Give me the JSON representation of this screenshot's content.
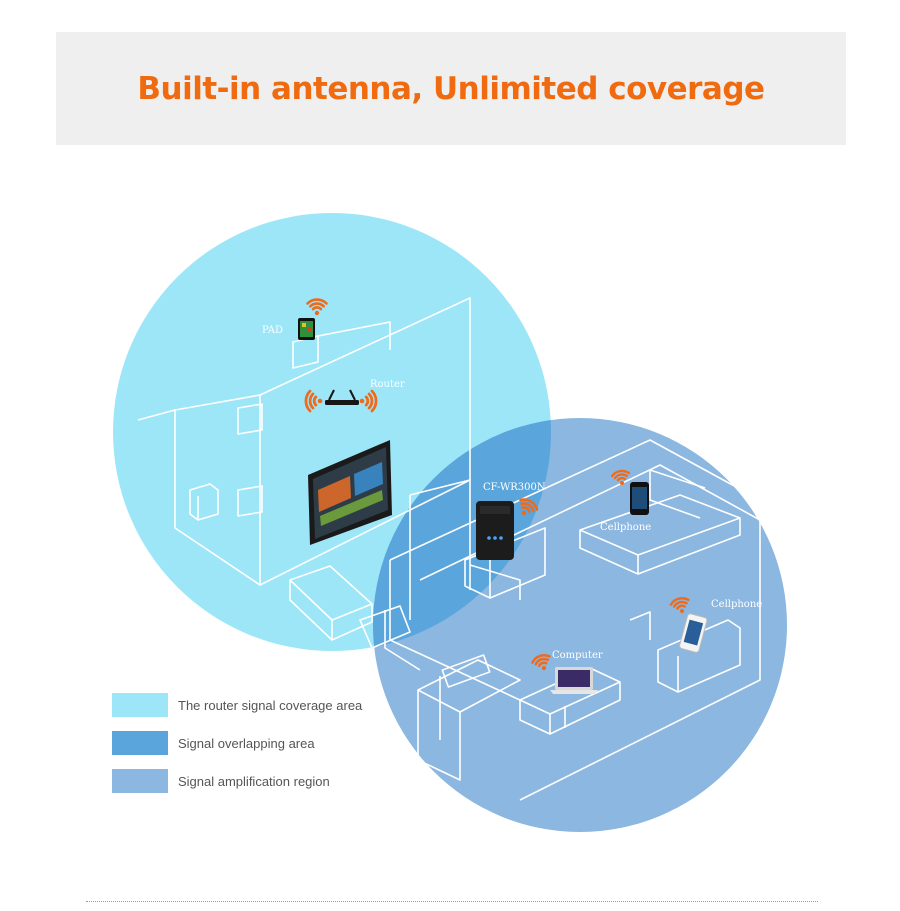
{
  "banner": {
    "title": "Built-in antenna, Unlimited coverage",
    "title_color": "#f06b0f",
    "background": "#efefef"
  },
  "colors": {
    "router_area": "#9ce6f8",
    "amplification_area": "#8bb7e0",
    "overlap_area": "#5aa6dc",
    "wifi_signal": "#ef6a1a",
    "line_art": "#ffffff"
  },
  "labels": {
    "pad": "PAD",
    "router": "Router",
    "extender": "CF-WR300N",
    "cellphone_1": "Cellphone",
    "cellphone_2": "Cellphone",
    "computer": "Computer"
  },
  "legend": [
    {
      "label": "The router signal coverage area",
      "color": "#9ce6f8"
    },
    {
      "label": "Signal overlapping area",
      "color": "#5aa6dc"
    },
    {
      "label": "Signal amplification region",
      "color": "#8bb7e0"
    }
  ]
}
